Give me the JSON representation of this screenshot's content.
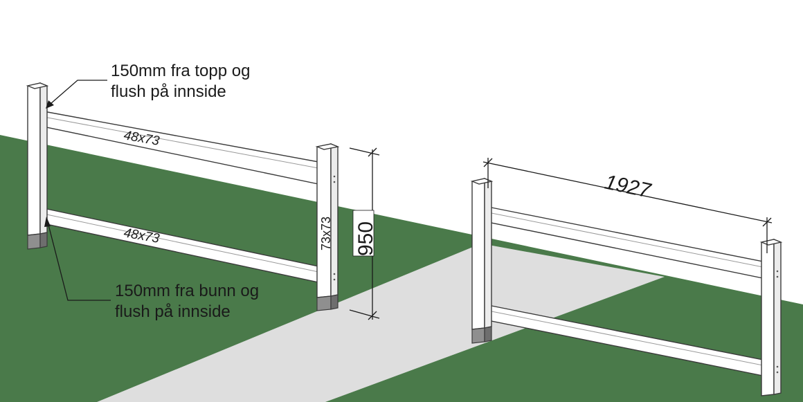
{
  "annotations": {
    "top_rail_note_line1": "150mm fra topp og",
    "top_rail_note_line2": "flush på innside",
    "bottom_rail_note_line1": "150mm fra bunn og",
    "bottom_rail_note_line2": "flush på innside"
  },
  "dimensions": {
    "upper_rail_size": "48x73",
    "lower_rail_size": "48x73",
    "post_size": "73x73",
    "height": "950",
    "span": "1927"
  },
  "colors": {
    "grass": "#4a7a4a",
    "path": "#dedede",
    "post_foot": "#8f8f8f"
  }
}
